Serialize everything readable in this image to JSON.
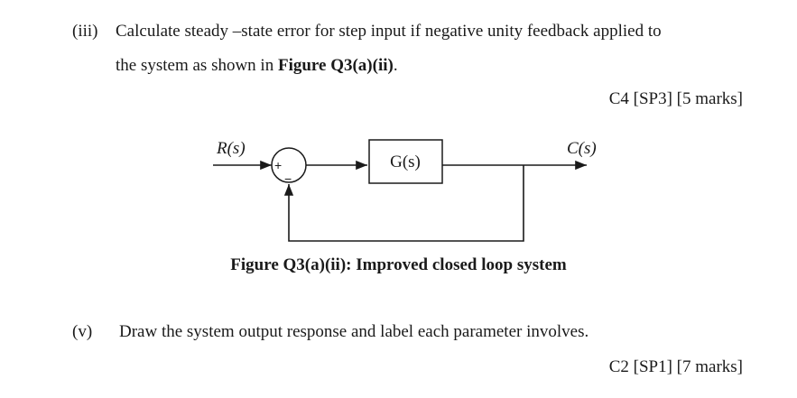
{
  "question_iii": {
    "number": "(iii)",
    "line1": "Calculate steady –state error for step input if negative unity feedback applied to",
    "line2_prefix": "the system as shown in ",
    "line2_ref": "Figure Q3(a)(ii)",
    "line2_suffix": ".",
    "marks": "C4 [SP3] [5 marks]"
  },
  "diagram": {
    "input_label": "R(s)",
    "output_label": "C(s)",
    "plant_label": "G(s)",
    "sum_plus": "+",
    "sum_minus": "−",
    "caption": "Figure Q3(a)(ii): Improved closed loop system"
  },
  "question_v": {
    "number": "(v)",
    "text": "Draw the system output response and label each parameter involves.",
    "marks": "C2 [SP1] [7 marks]"
  }
}
